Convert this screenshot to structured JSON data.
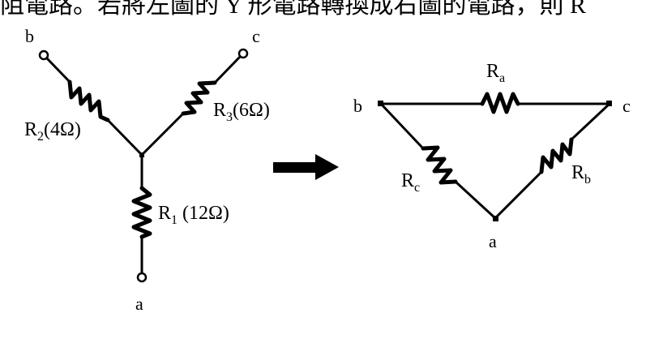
{
  "header": {
    "text_visible": "阻電路。若將左圖的 Y 形電路轉換成右圖的電路，則 R"
  },
  "y_circuit": {
    "terminals": {
      "a": "a",
      "b": "b",
      "c": "c"
    },
    "resistors": [
      {
        "id": "r1",
        "label": "R",
        "sub": "1",
        "value": " (12Ω)"
      },
      {
        "id": "r2",
        "label": "R",
        "sub": "2",
        "value": "(4Ω)"
      },
      {
        "id": "r3",
        "label": "R",
        "sub": "3",
        "value": "(6Ω)"
      }
    ]
  },
  "arrow": {
    "icon": "right-arrow-icon"
  },
  "delta_circuit": {
    "terminals": {
      "a": "a",
      "b": "b",
      "c": "c"
    },
    "resistors": [
      {
        "id": "ra",
        "label": "R",
        "sub": "a"
      },
      {
        "id": "rb",
        "label": "R",
        "sub": "b"
      },
      {
        "id": "rc",
        "label": "R",
        "sub": "c"
      }
    ]
  }
}
